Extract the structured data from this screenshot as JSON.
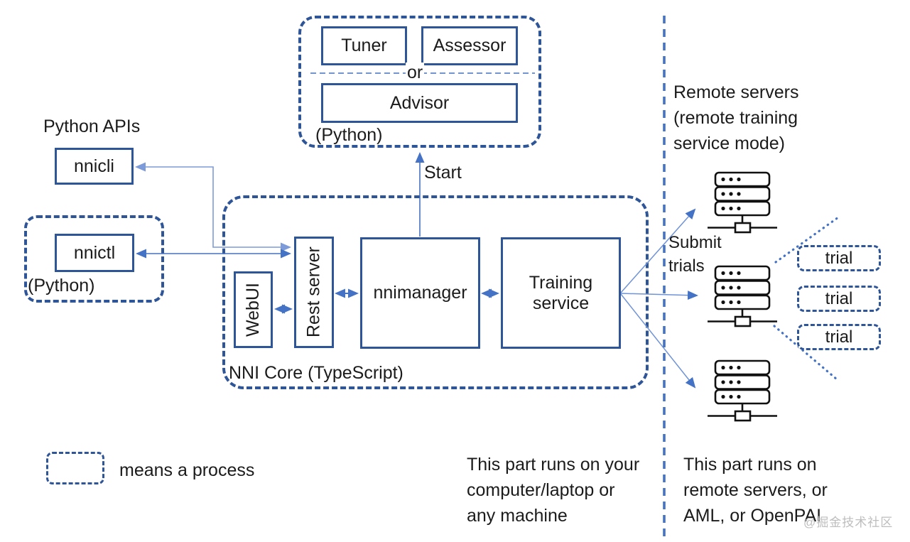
{
  "advisor_group": {
    "tuner": "Tuner",
    "assessor": "Assessor",
    "or_label": "or",
    "advisor": "Advisor",
    "python_label": "(Python)"
  },
  "left_panel": {
    "heading": "Python APIs",
    "nnicli": "nnicli",
    "nnictl": "nnictl",
    "python_label": "(Python)"
  },
  "core": {
    "title": "NNI Core (TypeScript)",
    "webui": "WebUI",
    "rest_server": "Rest server",
    "nnimanager": "nnimanager",
    "training_service": "Training\nservice",
    "start_label": "Start"
  },
  "right_panel": {
    "heading": "Remote servers\n(remote training\nservice mode)",
    "submit_label": "Submit\ntrials",
    "trials": [
      "trial",
      "trial",
      "trial"
    ],
    "server_icon": "server-rack-icon"
  },
  "legend": {
    "label": "means a process"
  },
  "notes": {
    "local": "This part runs on your\ncomputer/laptop or\nany machine",
    "remote": "This part runs on\nremote servers, or\nAML, or OpenPAI"
  },
  "watermark": "@掘金技术社区",
  "colors": {
    "box_border": "#2e5597",
    "arrow": "#4472c4",
    "arrow_light": "#7d9bd8",
    "server_icon": "#111111",
    "text": "#1b1b1b",
    "watermark": "#bdbdbd"
  }
}
